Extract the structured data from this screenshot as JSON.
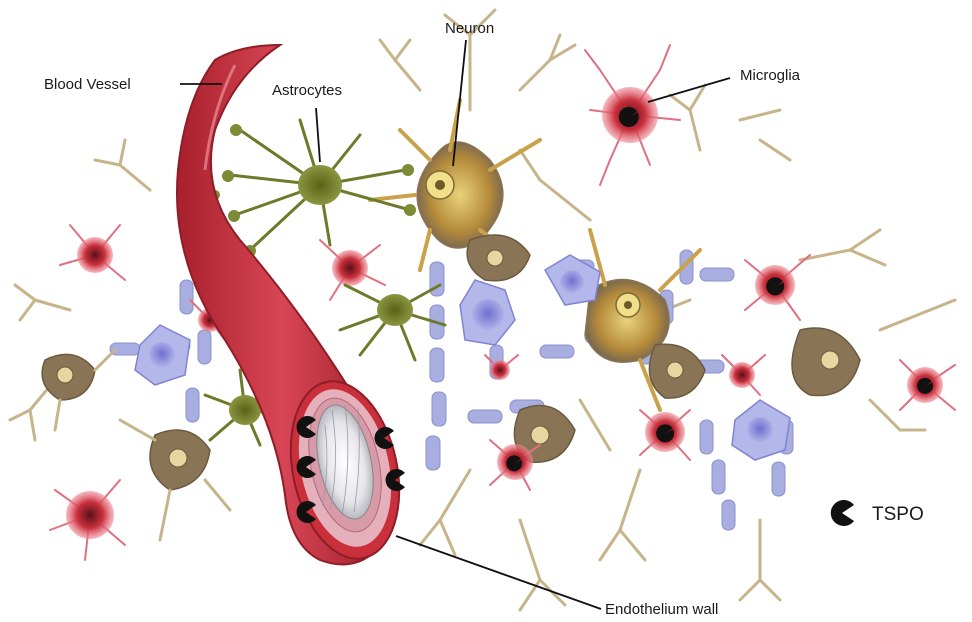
{
  "labels": {
    "blood_vessel": "Blood Vessel",
    "astrocytes": "Astrocytes",
    "neuron": "Neuron",
    "microglia": "Microglia",
    "endothelium_wall": "Endothelium wall"
  },
  "legend": {
    "tspo": "TSPO"
  },
  "colors": {
    "vessel": "#c9303c",
    "vessel_dark": "#8e1d27",
    "astrocyte": "#6d7a2a",
    "neuron": "#c9a24a",
    "neuron_body": "#8a7456",
    "microglia": "#d8455a",
    "oligodendrocyte": "#8e8ed8",
    "myelin": "#a9aee0",
    "tspo": "#111111"
  },
  "icons": {
    "tspo": "tspo-marker-icon"
  }
}
